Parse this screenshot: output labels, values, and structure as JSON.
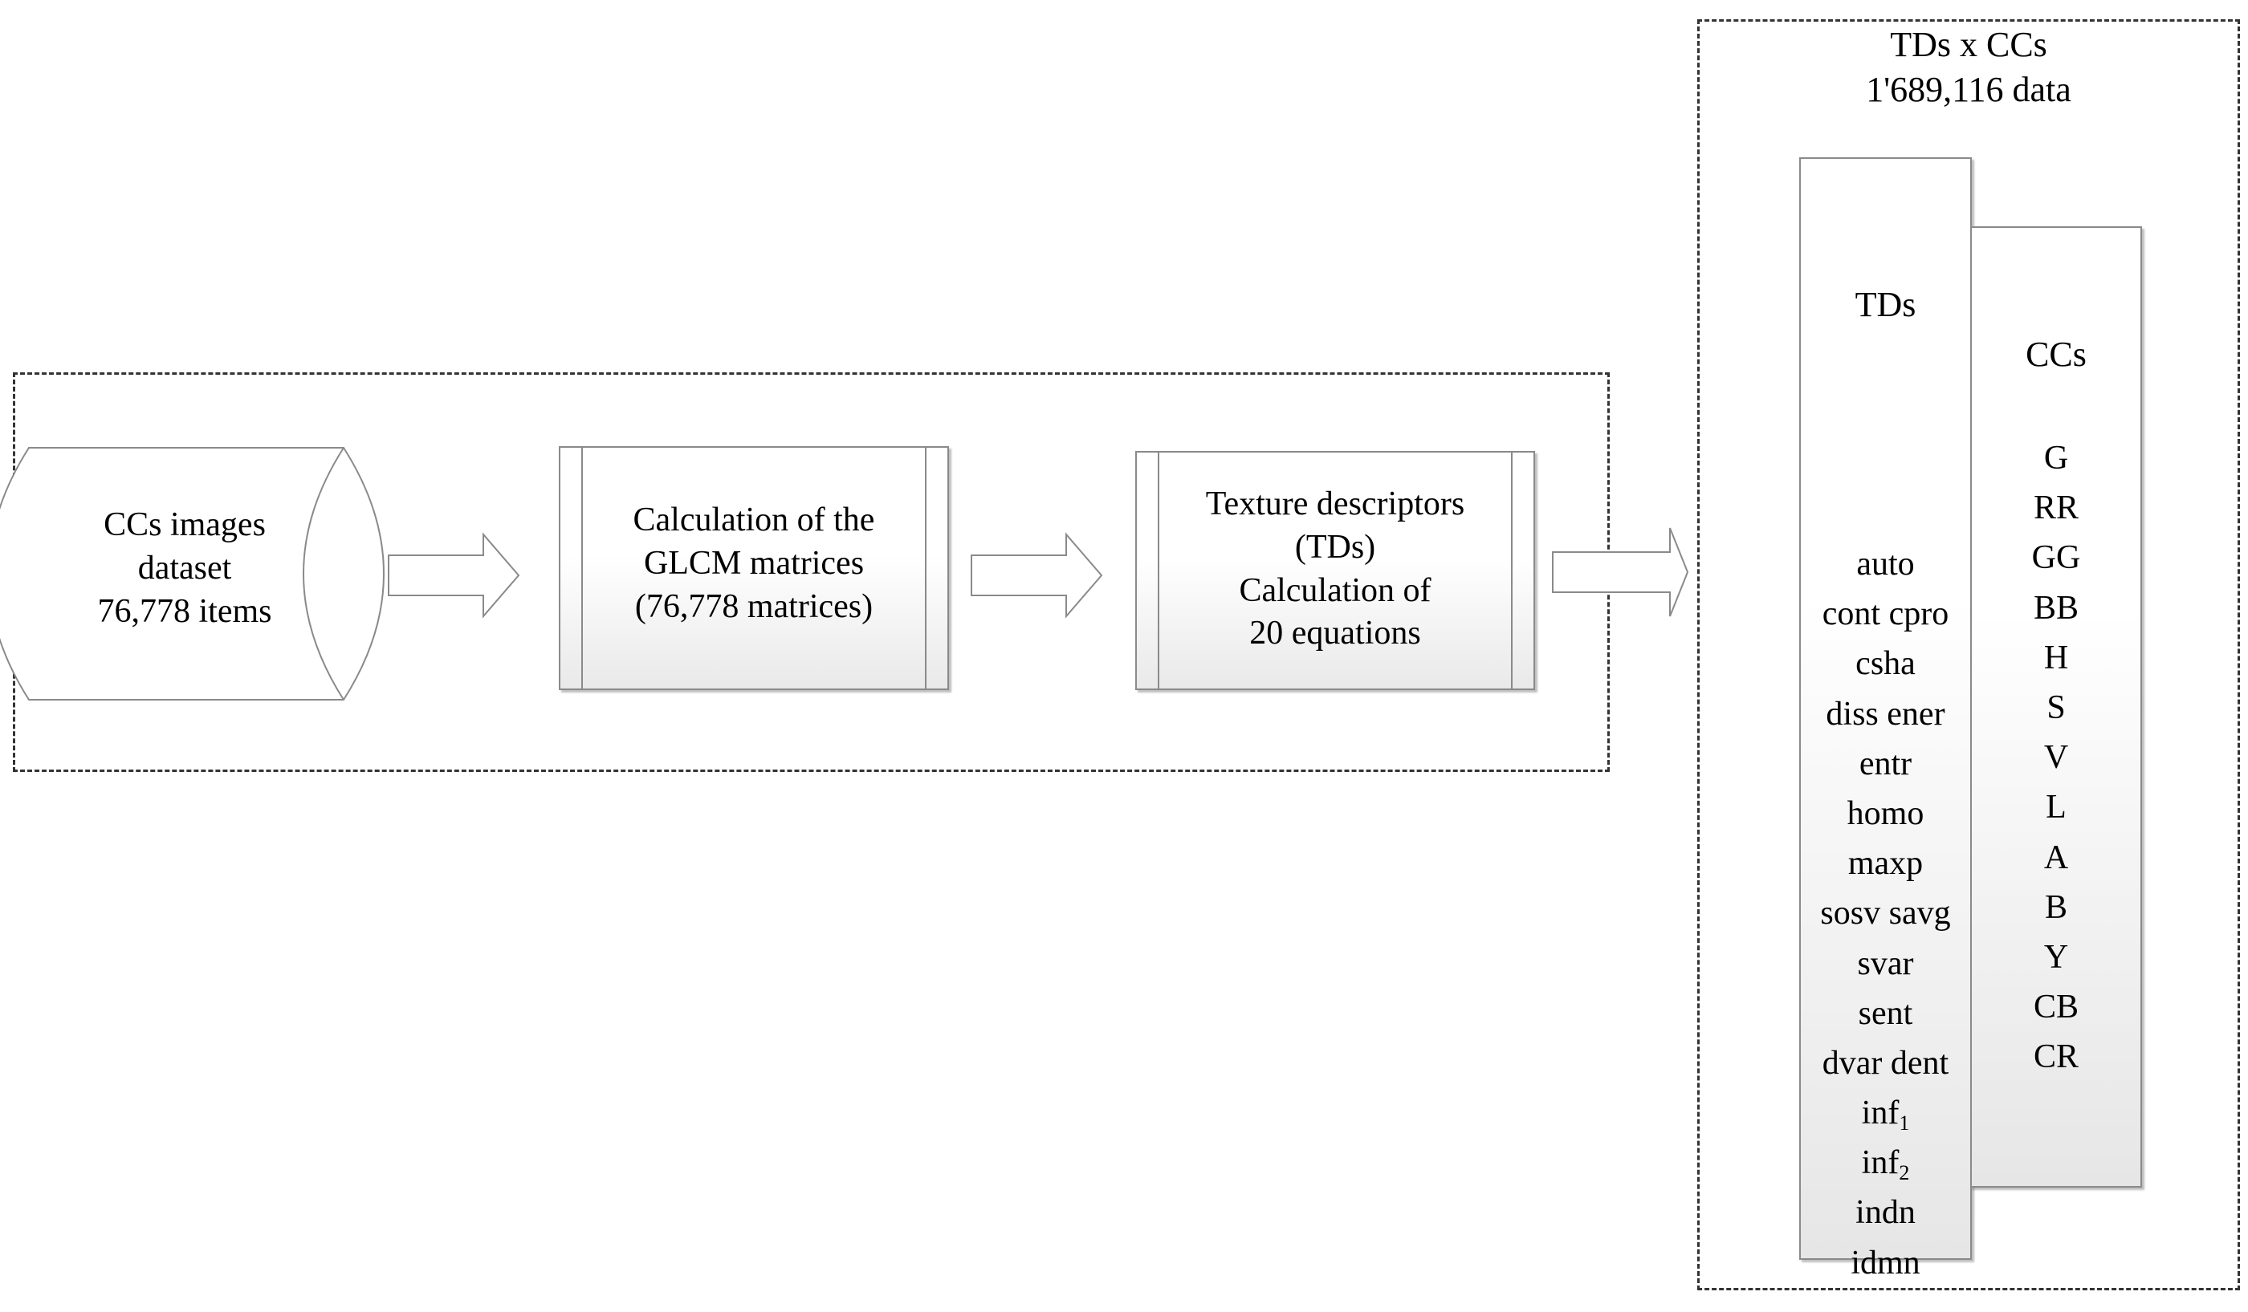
{
  "pipeline": {
    "dataset": {
      "lines": "CCs images\ndataset\n76,778 items"
    },
    "glcm": {
      "lines": "Calculation of the\nGLCM matrices\n(76,778 matrices)"
    },
    "texture": {
      "lines": "Texture descriptors\n(TDs)\nCalculation of\n20 equations"
    }
  },
  "output": {
    "title": "TDs x CCs\n1'689,116 data",
    "tds": {
      "header": "TDs",
      "items": [
        "auto",
        "cont cpro",
        "csha",
        "diss ener",
        "entr",
        "homo",
        "maxp",
        "sosv savg",
        "svar",
        "sent",
        "dvar dent",
        {
          "base": "inf",
          "sub": "1"
        },
        {
          "base": "inf",
          "sub": "2"
        },
        "indn",
        "idmn"
      ]
    },
    "ccs": {
      "header": "CCs",
      "items": [
        "G",
        "RR",
        "GG",
        "BB",
        "H",
        "S",
        "V",
        "L",
        "A",
        "B",
        "Y",
        "CB",
        "CR"
      ]
    }
  },
  "colors": {
    "frame": "#333333",
    "shape_border": "#8a8a8a",
    "shape_fill": "#ffffff",
    "shape_gradient_end": "#e6e6e6"
  }
}
